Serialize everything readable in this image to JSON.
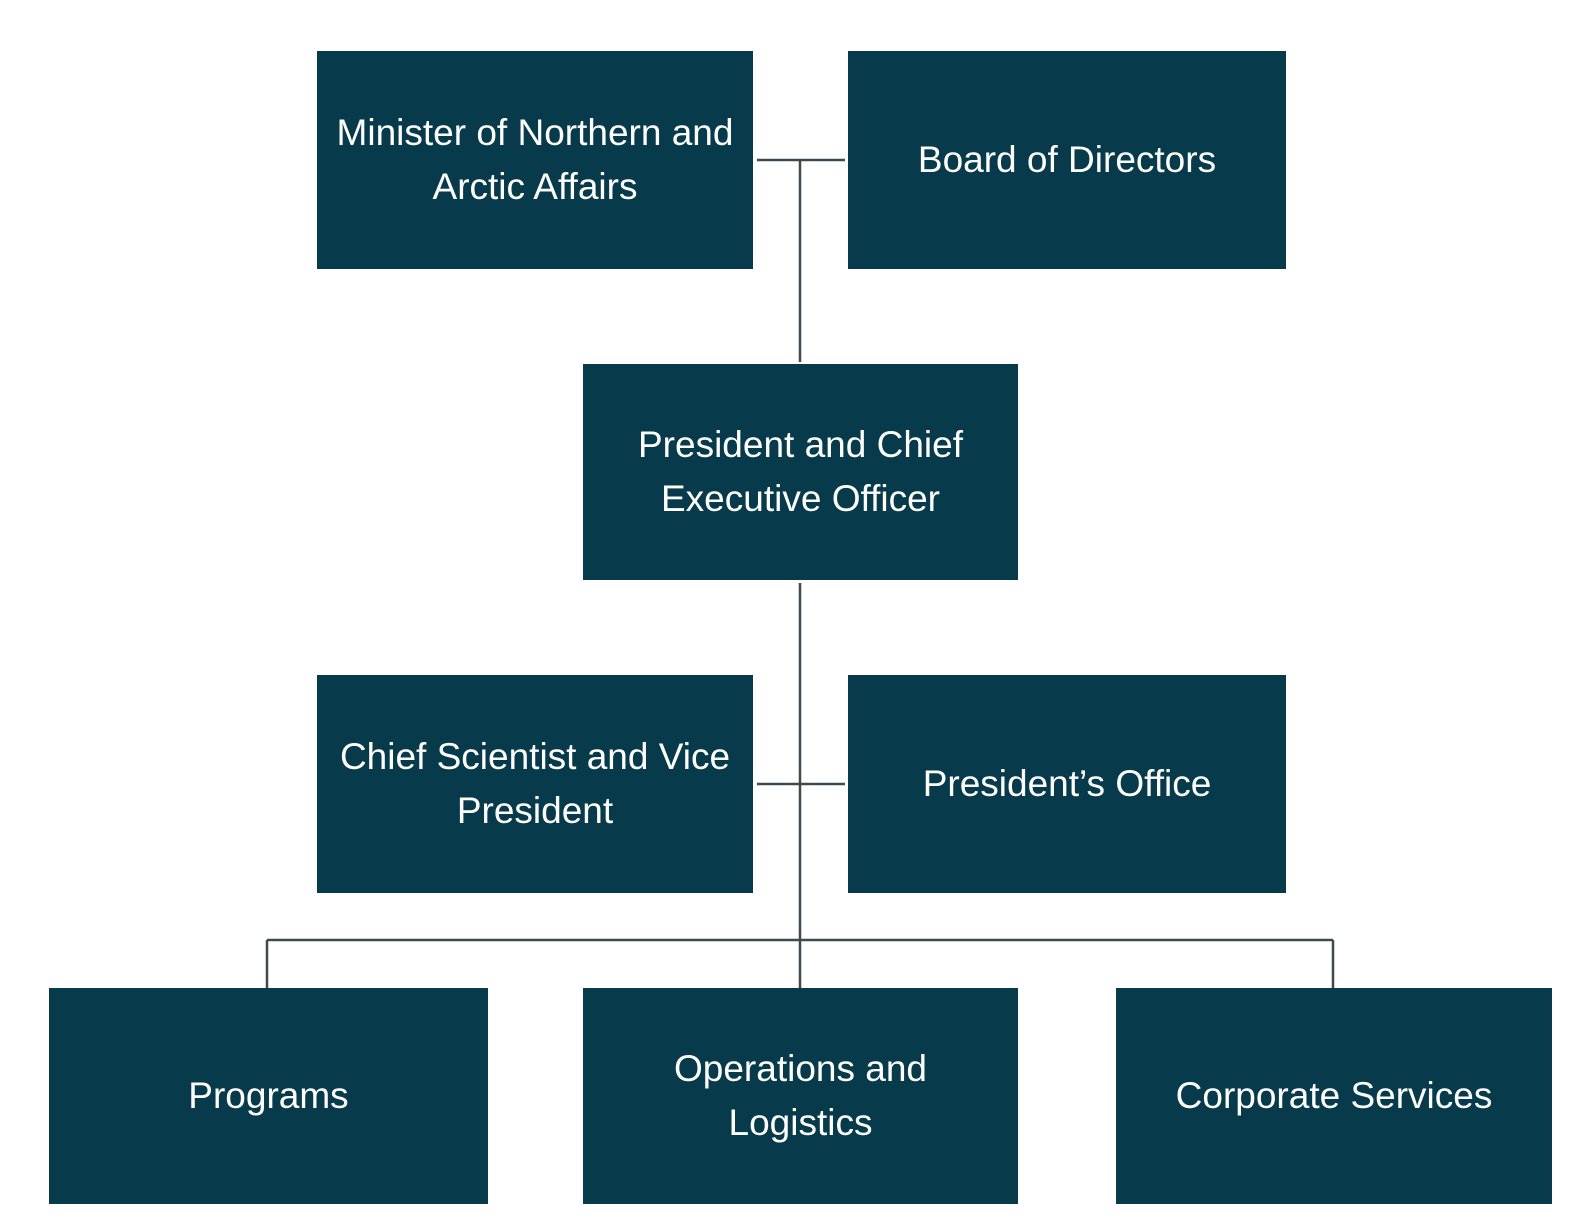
{
  "colors": {
    "box": "#073a4b",
    "line": "#3d4b50",
    "text": "#ffffff"
  },
  "nodes": {
    "minister": "Minister of Northern and Arctic Affairs",
    "board": "Board of Directors",
    "president": "President and Chief Executive Officer",
    "chief_scientist": "Chief Scientist and Vice President",
    "presidents_office": "President’s Office",
    "programs": "Programs",
    "operations": "Operations and Logistics",
    "corporate": "Corporate Services"
  }
}
